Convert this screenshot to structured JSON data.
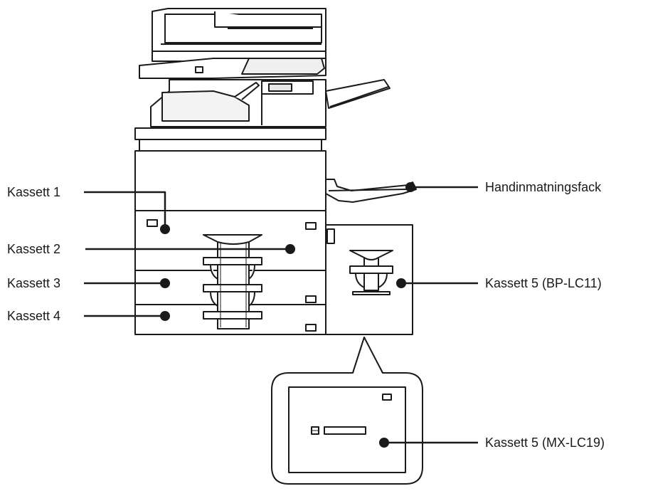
{
  "labels": {
    "cassette1": "Kassett 1",
    "cassette2": "Kassett 2",
    "cassette3": "Kassett 3",
    "cassette4": "Kassett 4",
    "bypass_tray": "Handinmatningsfack",
    "cassette5_bp": "Kassett 5 (BP-LC11)",
    "cassette5_mx": "Kassett 5 (MX-LC19)"
  },
  "colors": {
    "outline": "#1a1a1a",
    "fill": "#ffffff",
    "shade": "#e6e6e6"
  }
}
